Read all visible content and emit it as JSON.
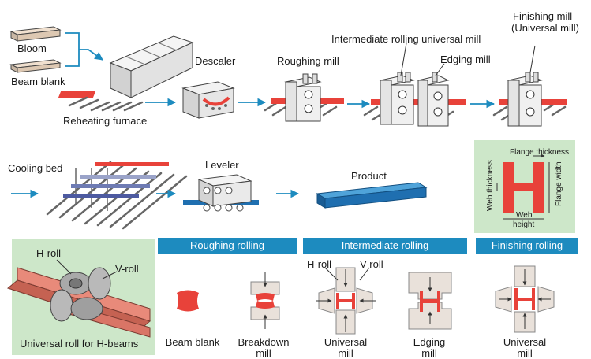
{
  "process": {
    "bloom": "Bloom",
    "beam_blank": "Beam blank",
    "reheating_furnace": "Reheating furnace",
    "descaler": "Descaler",
    "roughing_mill": "Roughing mill",
    "intermediate_mill": "Intermediate rolling universal mill",
    "edging_mill": "Edging mill",
    "finishing_mill_line1": "Finishing mill",
    "finishing_mill_line2": "(Universal mill)",
    "cooling_bed": "Cooling bed",
    "leveler": "Leveler",
    "product": "Product"
  },
  "dimensions": {
    "flange_thickness": "Flange thickness",
    "web_thickness": "Web thickness",
    "flange_width": "Flange width",
    "web_height_line1": "Web",
    "web_height_line2": "height"
  },
  "universal_roll": {
    "h_roll": "H-roll",
    "v_roll": "V-roll",
    "caption": "Universal roll for H-beams"
  },
  "stages": {
    "roughing": "Roughing rolling",
    "intermediate": "Intermediate rolling",
    "finishing": "Finishing rolling"
  },
  "sections": {
    "beam_blank": "Beam blank",
    "breakdown_line1": "Breakdown",
    "breakdown_line2": "mill",
    "universal_line1": "Universal",
    "universal_line2": "mill",
    "edging_line1": "Edging",
    "edging_line2": "mill",
    "finishing_universal_line1": "Universal",
    "finishing_universal_line2": "mill",
    "h_roll": "H-roll",
    "v_roll": "V-roll"
  },
  "colors": {
    "accent_blue": "#1d8bbf",
    "hot_steel": "#e8423a",
    "product_blue": "#1f6fb0",
    "panel_green": "#cde7c9"
  }
}
